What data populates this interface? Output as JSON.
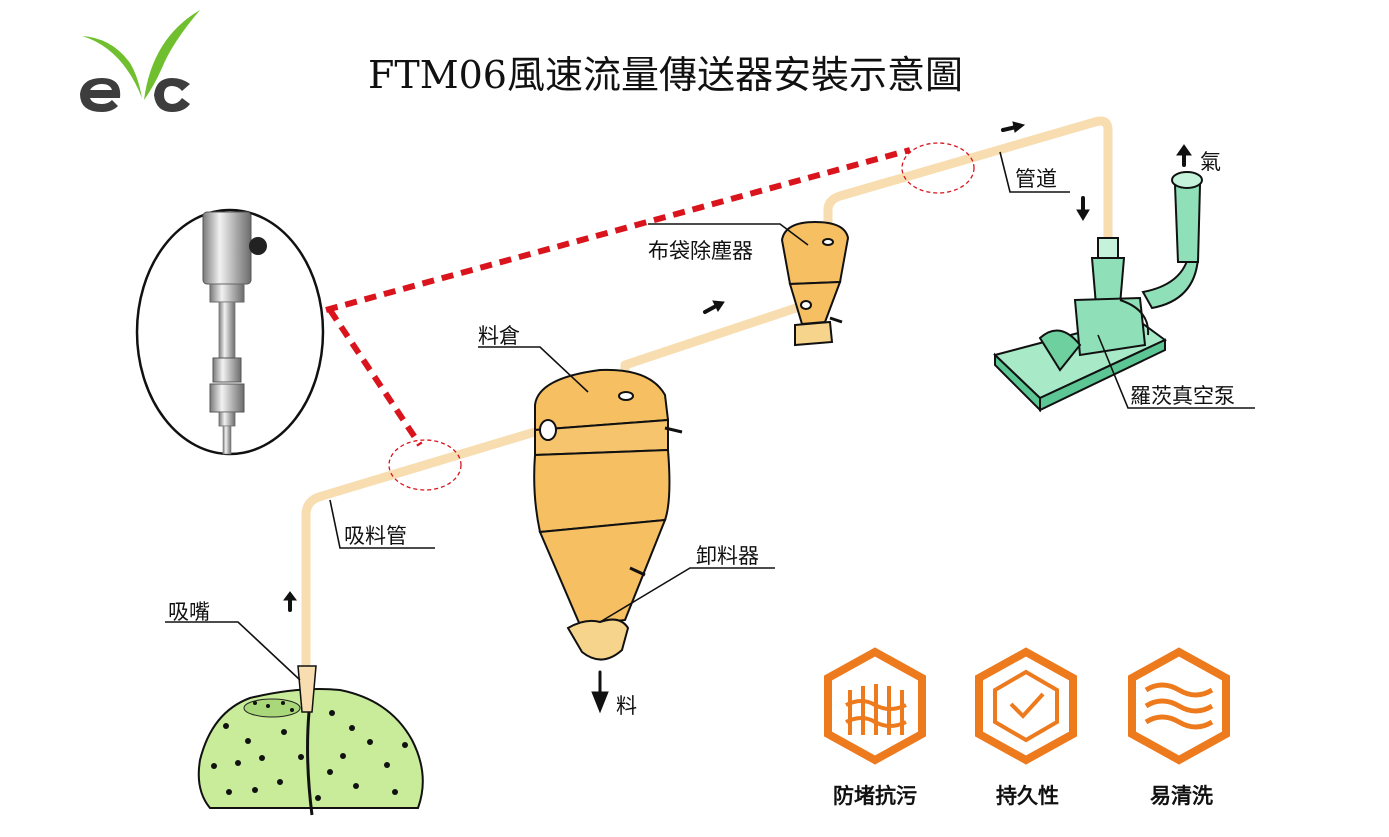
{
  "title": "FTM06風速流量傳送器安裝示意圖",
  "brand": {
    "logo_text": "eyc",
    "green": "#6fbf2e",
    "dark": "#3d3d3d"
  },
  "labels": {
    "pipe": "管道",
    "gas": "氣",
    "bag_filter": "布袋除塵器",
    "hopper": "料倉",
    "vacuum_pump": "羅茨真空泵",
    "suction_pipe": "吸料管",
    "discharger": "卸料器",
    "nozzle": "吸嘴",
    "material": "料"
  },
  "features": [
    {
      "icon": "anti-clog-icon",
      "label": "防堵抗污"
    },
    {
      "icon": "durability-icon",
      "label": "持久性"
    },
    {
      "icon": "easy-clean-icon",
      "label": "易清洗"
    }
  ],
  "colors": {
    "pipe": "#f7ddb0",
    "vessel": "#f5bf62",
    "pump": "#8fe0b8",
    "pile": "#c8ec9a",
    "dashed": "#d9141c",
    "feature": "#ee7a1e"
  }
}
